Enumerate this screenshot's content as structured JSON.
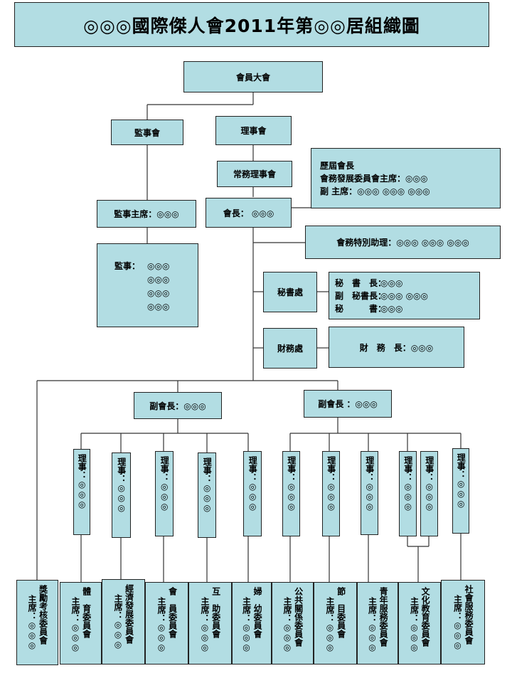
{
  "title": "◎◎◎國際傑人會2011年第◎◎居組織圖",
  "general_assembly": "會員大會",
  "supervisors_board": "監事會",
  "board_of_directors": "理事會",
  "executive_board": "常務理事會",
  "chief_supervisor": "監事主席：◎◎◎",
  "president": "會長： ◎◎◎",
  "advisors": {
    "line1": "歷屆會長",
    "line2": "會務發展委員會主席：◎◎◎",
    "line3": "副 主席：◎◎◎ ◎◎◎ ◎◎◎"
  },
  "special_assistant": "會務特別助理：◎◎◎ ◎◎◎ ◎◎◎",
  "supervisors": {
    "label": "監事：",
    "names": [
      "◎◎◎",
      "◎◎◎",
      "◎◎◎",
      "◎◎◎"
    ]
  },
  "secretariat": {
    "label": "秘書處",
    "rows": [
      {
        "role": "秘　書　長：",
        "names": "◎◎◎"
      },
      {
        "role": "副　秘書長：",
        "names": "◎◎◎ ◎◎◎"
      },
      {
        "role": "秘　　　書：",
        "names": "◎◎◎"
      }
    ]
  },
  "finance": {
    "label": "財務處",
    "text": "財　務　長：◎◎◎"
  },
  "vice_presidents": [
    "副會長：◎◎◎",
    "副會長 ：◎◎◎"
  ],
  "directors": [
    "理事：◎◎◎",
    "理事：◎◎◎",
    "理事：◎◎◎",
    "理事：◎◎◎",
    "理事：◎◎◎",
    "理事：◎◎◎",
    "理事：◎◎◎",
    "理事：◎◎◎",
    "理事：◎◎◎",
    "理事：◎◎◎",
    "理事：◎◎◎"
  ],
  "committees": [
    {
      "name": "獎勵考核委員會",
      "chair": "主席：◎◎◎"
    },
    {
      "name": "體　育委員會",
      "chair": "主席：◎◎◎"
    },
    {
      "name": "經濟發展委員會",
      "chair": "主席：◎◎◎"
    },
    {
      "name": "會　員委員會",
      "chair": "主席：◎◎◎"
    },
    {
      "name": "互　助委員會",
      "chair": "主席：◎◎◎"
    },
    {
      "name": "婦　幼委員會",
      "chair": "主席：◎◎◎"
    },
    {
      "name": "公共關係委員會",
      "chair": "主席：◎◎◎"
    },
    {
      "name": "節　目委員會",
      "chair": "主席：◎◎◎"
    },
    {
      "name": "青年服務委員會",
      "chair": "主席：◎◎◎"
    },
    {
      "name": "文化教育委員會",
      "chair": "主席：◎◎◎"
    },
    {
      "name": "社會服務委員會",
      "chair": "主席：◎◎◎"
    }
  ]
}
